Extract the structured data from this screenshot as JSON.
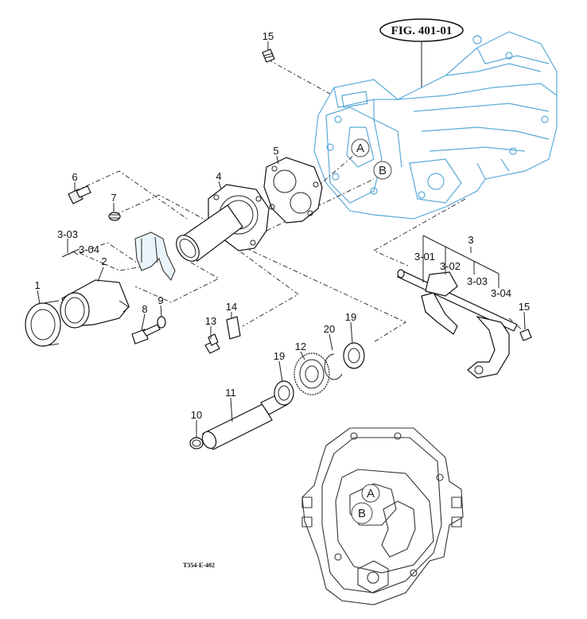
{
  "figure_ref": "FIG. 401-01",
  "drawing_code": "T354-E-402",
  "callouts": {
    "c1": "1",
    "c2": "2",
    "c3": "3",
    "c3_01": "3-01",
    "c3_02": "3-02",
    "c3_03": "3-03",
    "c3_04": "3-04",
    "c3_03_left": "3-03",
    "c3_04_left": "3-04",
    "c4": "4",
    "c5": "5",
    "c6": "6",
    "c7": "7",
    "c8": "8",
    "c9": "9",
    "c10": "10",
    "c11": "11",
    "c12": "12",
    "c13": "13",
    "c14": "14",
    "c15_top": "15",
    "c15_right": "15",
    "c19_upper": "19",
    "c19_lower": "19",
    "c20": "20"
  },
  "markers": {
    "a_upper": "A",
    "b_upper": "B",
    "a_lower": "A",
    "b_lower": "B"
  },
  "colors": {
    "housing_outline": "#5aaad6",
    "line": "#222222"
  }
}
